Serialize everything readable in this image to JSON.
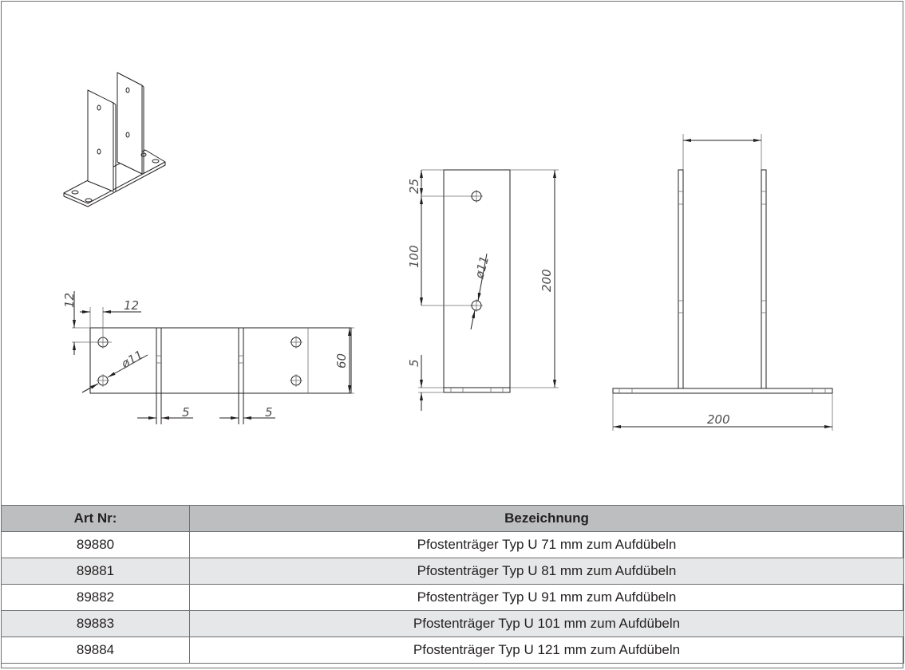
{
  "drawing": {
    "dimensions_plan": {
      "offset_v": "12",
      "offset_h": "12",
      "hole_dia": "ø11",
      "stile_left": "5",
      "stile_right": "5",
      "width": "60"
    },
    "dimensions_side": {
      "top": "25",
      "spacing": "100",
      "hole_dia": "ø11",
      "height": "200",
      "plate": "5"
    },
    "dimensions_front": {
      "base_length": "200"
    }
  },
  "table": {
    "headers": {
      "art_nr": "Art Nr:",
      "bezeichnung": "Bezeichnung"
    },
    "rows": [
      {
        "art_nr": "89880",
        "bezeichnung": "Pfostenträger Typ U 71 mm zum Aufdübeln"
      },
      {
        "art_nr": "89881",
        "bezeichnung": "Pfostenträger Typ U 81 mm zum Aufdübeln"
      },
      {
        "art_nr": "89882",
        "bezeichnung": "Pfostenträger Typ U 91 mm zum Aufdübeln"
      },
      {
        "art_nr": "89883",
        "bezeichnung": "Pfostenträger Typ U 101 mm zum Aufdübeln"
      },
      {
        "art_nr": "89884",
        "bezeichnung": "Pfostenträger Typ U 121 mm zum Aufdübeln"
      }
    ]
  }
}
